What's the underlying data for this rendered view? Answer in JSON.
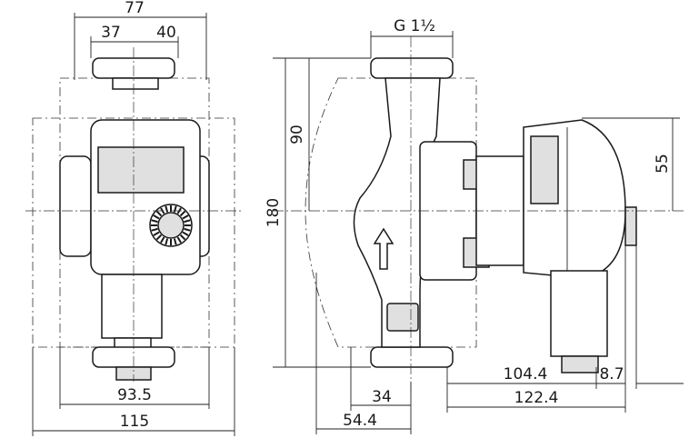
{
  "dimensions": {
    "front_overall_width_top": "77",
    "front_left_half": "37",
    "front_right_half": "40",
    "front_bottom_inner": "93.5",
    "front_bottom_outer": "115",
    "side_thread": "G 1½",
    "side_total_height": "180",
    "side_half_height": "90",
    "side_motor_height": "55",
    "side_left_34": "34",
    "side_left_544": "54.4",
    "side_right_1044": "104.4",
    "side_right_87": "8.7",
    "side_right_1224": "122.4"
  },
  "colors": {
    "line": "#1a1a1a",
    "panel_fill": "#e0e0e0",
    "background": "#ffffff"
  }
}
